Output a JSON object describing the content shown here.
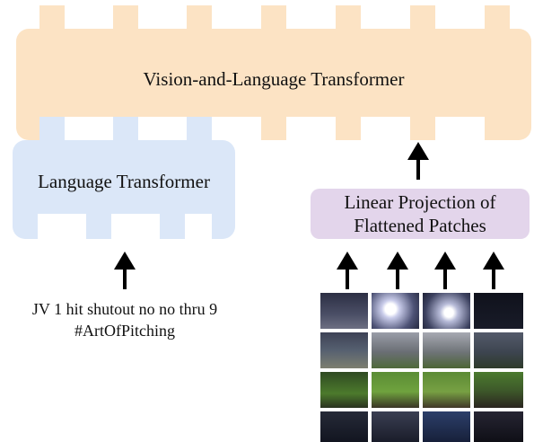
{
  "vl_transformer": {
    "label": "Vision-and-Language Transformer",
    "color": "#fce3c4"
  },
  "language_transformer": {
    "label": "Language Transformer",
    "color": "#dbe7f8"
  },
  "linear_projection": {
    "label_line1": "Linear Projection of",
    "label_line2": "Flattened Patches",
    "color": "#e3d5eb"
  },
  "input_text": {
    "line1": "JV 1 hit shutout no no thru 9",
    "line2": "#ArtOfPitching"
  },
  "input_image": {
    "patch_grid": "4x4",
    "scene": "baseball-stadium-night"
  }
}
